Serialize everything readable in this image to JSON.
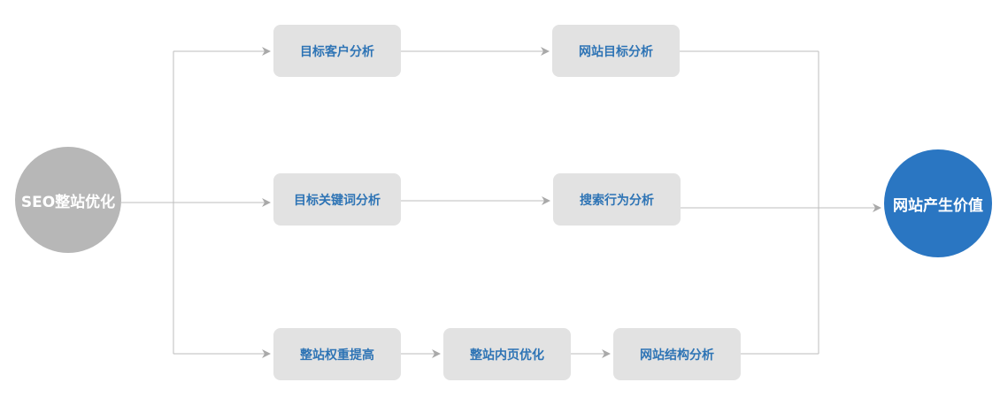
{
  "diagram": {
    "start_node": "SEO整站优化",
    "end_node": "网站产生价值",
    "rows": [
      {
        "steps": [
          "目标客户分析",
          "网站目标分析"
        ]
      },
      {
        "steps": [
          "目标关键词分析",
          "搜索行为分析"
        ]
      },
      {
        "steps": [
          "整站权重提高",
          "整站内页优化",
          "网站结构分析"
        ]
      }
    ]
  },
  "colors": {
    "start_circle": "#b7b7b7",
    "end_circle": "#2a76c2",
    "box_fill": "#e2e2e2",
    "box_text": "#2e74b5",
    "connector": "#bdbdbd"
  }
}
